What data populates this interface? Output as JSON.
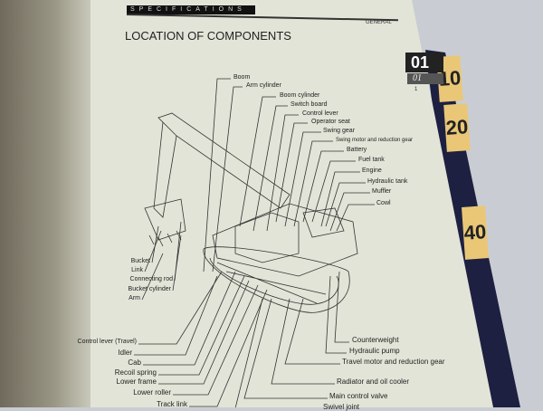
{
  "header": {
    "section_banner": "SPECIFICATIONS",
    "category": "GENERAL"
  },
  "title": "LOCATION OF COMPONENTS",
  "section_tab": {
    "number": "01",
    "sub": "01",
    "page": "1"
  },
  "binder_tabs": [
    "10",
    "20",
    "40"
  ],
  "labels_top": [
    "Boom",
    "Arm cylinder",
    "Boom cylinder",
    "Switch board",
    "Control lever",
    "Operator seat",
    "Swing gear",
    "Swing motor and reduction gear",
    "Battery",
    "Fuel tank",
    "Engine",
    "Hydraulic tank",
    "Muffler",
    "Cowl"
  ],
  "labels_left": [
    "Bucket",
    "Link",
    "Connecting rod",
    "Bucket cylinder",
    "Arm"
  ],
  "labels_bottom_left": [
    "Control lever (Travel)",
    "Idler",
    "Cab",
    "Recoil spring",
    "Lower frame",
    "Lower roller",
    "Track link"
  ],
  "labels_bottom_right": [
    "Counterweight",
    "Hydraulic pump",
    "Travel motor and reduction gear",
    "Radiator and oil cooler",
    "Main control valve",
    "Swivel joint"
  ]
}
